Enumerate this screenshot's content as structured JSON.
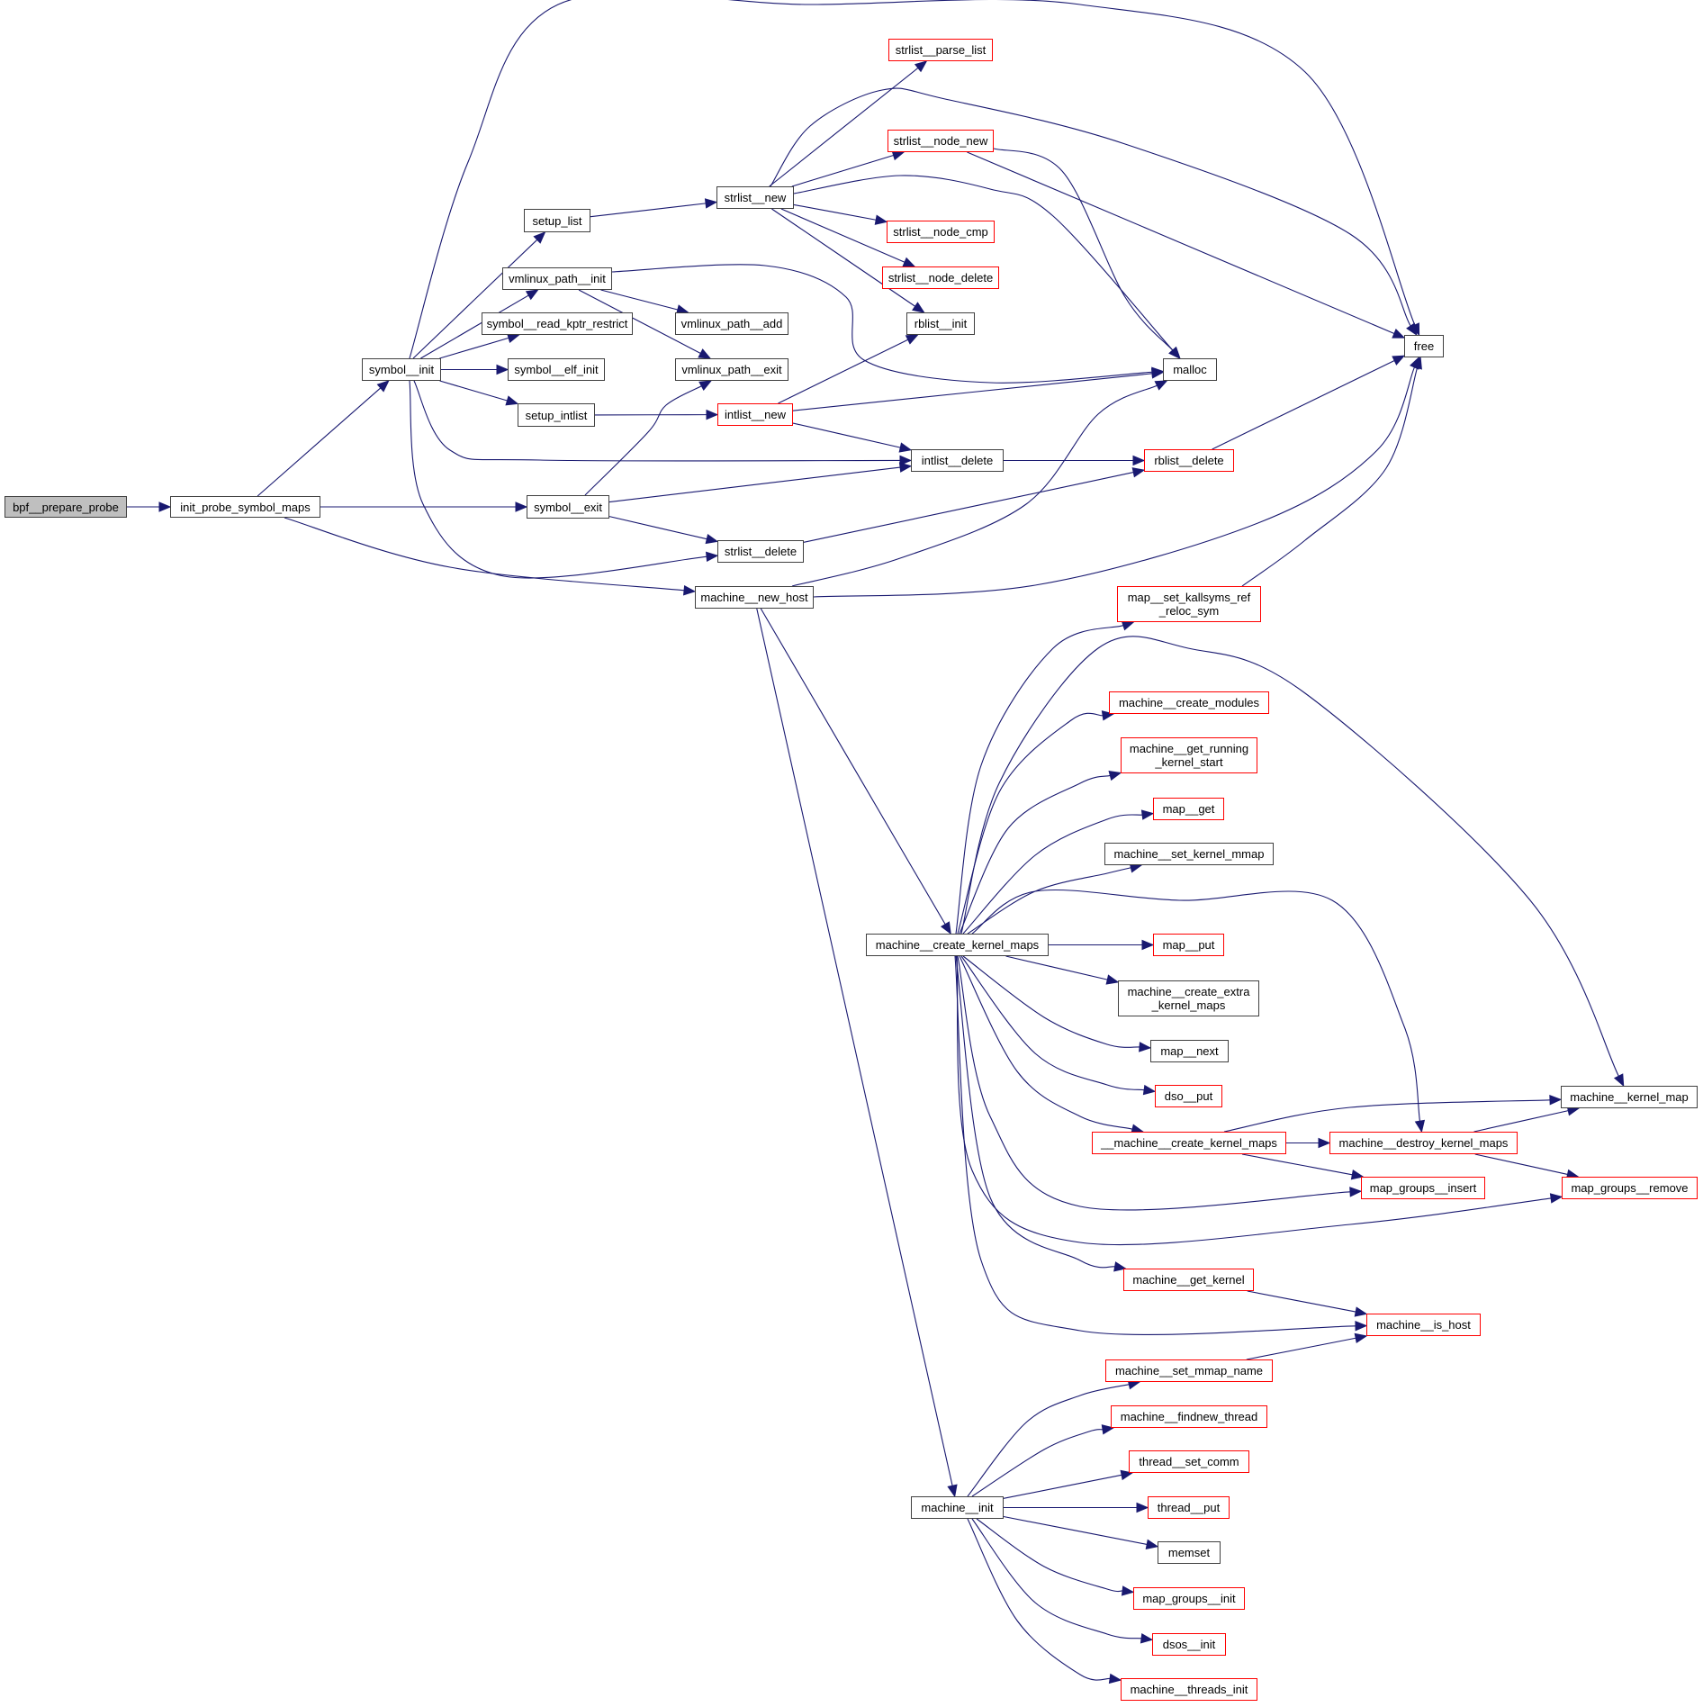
{
  "colors": {
    "edge": "#191970",
    "link_border": "#ff0000",
    "node_border": "#404040",
    "root_fill": "#bfbfbf"
  },
  "nodes": [
    {
      "id": "bpf__prepare_probe",
      "label": "bpf__prepare_probe",
      "kind": "root"
    },
    {
      "id": "init_probe_symbol_maps",
      "label": "init_probe_symbol_maps",
      "kind": "normal"
    },
    {
      "id": "symbol__init",
      "label": "symbol__init",
      "kind": "normal"
    },
    {
      "id": "setup_list",
      "label": "setup_list",
      "kind": "normal"
    },
    {
      "id": "vmlinux_path__init",
      "label": "vmlinux_path__init",
      "kind": "normal"
    },
    {
      "id": "symbol__read_kptr_restrict",
      "label": "symbol__read_kptr_restrict",
      "kind": "normal"
    },
    {
      "id": "symbol__elf_init",
      "label": "symbol__elf_init",
      "kind": "normal"
    },
    {
      "id": "setup_intlist",
      "label": "setup_intlist",
      "kind": "normal"
    },
    {
      "id": "symbol__exit",
      "label": "symbol__exit",
      "kind": "normal"
    },
    {
      "id": "strlist__new",
      "label": "strlist__new",
      "kind": "normal"
    },
    {
      "id": "strlist__parse_list",
      "label": "strlist__parse_list",
      "kind": "truncated"
    },
    {
      "id": "strlist__node_new",
      "label": "strlist__node_new",
      "kind": "truncated"
    },
    {
      "id": "strlist__node_cmp",
      "label": "strlist__node_cmp",
      "kind": "truncated"
    },
    {
      "id": "strlist__node_delete",
      "label": "strlist__node_delete",
      "kind": "truncated"
    },
    {
      "id": "rblist__init",
      "label": "rblist__init",
      "kind": "normal"
    },
    {
      "id": "vmlinux_path__add",
      "label": "vmlinux_path__add",
      "kind": "normal"
    },
    {
      "id": "vmlinux_path__exit",
      "label": "vmlinux_path__exit",
      "kind": "normal"
    },
    {
      "id": "intlist__new",
      "label": "intlist__new",
      "kind": "truncated"
    },
    {
      "id": "intlist__delete",
      "label": "intlist__delete",
      "kind": "normal"
    },
    {
      "id": "strlist__delete",
      "label": "strlist__delete",
      "kind": "normal"
    },
    {
      "id": "machine__new_host",
      "label": "machine__new_host",
      "kind": "normal"
    },
    {
      "id": "malloc",
      "label": "malloc",
      "kind": "normal"
    },
    {
      "id": "free",
      "label": "free",
      "kind": "normal"
    },
    {
      "id": "rblist__delete",
      "label": "rblist__delete",
      "kind": "truncated"
    },
    {
      "id": "map__set_kallsyms_ref_reloc_sym",
      "label": "map__set_kallsyms_ref\n_reloc_sym",
      "kind": "truncated"
    },
    {
      "id": "machine__create_modules",
      "label": "machine__create_modules",
      "kind": "truncated"
    },
    {
      "id": "machine__get_running_kernel_start",
      "label": "machine__get_running\n_kernel_start",
      "kind": "truncated"
    },
    {
      "id": "map__get",
      "label": "map__get",
      "kind": "truncated"
    },
    {
      "id": "machine__set_kernel_mmap",
      "label": "machine__set_kernel_mmap",
      "kind": "normal"
    },
    {
      "id": "machine__create_kernel_maps",
      "label": "machine__create_kernel_maps",
      "kind": "normal"
    },
    {
      "id": "map__put",
      "label": "map__put",
      "kind": "truncated"
    },
    {
      "id": "machine__create_extra_kernel_maps",
      "label": "machine__create_extra\n_kernel_maps",
      "kind": "normal"
    },
    {
      "id": "map__next",
      "label": "map__next",
      "kind": "normal"
    },
    {
      "id": "dso__put",
      "label": "dso__put",
      "kind": "truncated"
    },
    {
      "id": "__machine__create_kernel_maps",
      "label": "__machine__create_kernel_maps",
      "kind": "truncated"
    },
    {
      "id": "machine__destroy_kernel_maps",
      "label": "machine__destroy_kernel_maps",
      "kind": "truncated"
    },
    {
      "id": "machine__kernel_map",
      "label": "machine__kernel_map",
      "kind": "normal"
    },
    {
      "id": "map_groups__insert",
      "label": "map_groups__insert",
      "kind": "truncated"
    },
    {
      "id": "map_groups__remove",
      "label": "map_groups__remove",
      "kind": "truncated"
    },
    {
      "id": "machine__get_kernel",
      "label": "machine__get_kernel",
      "kind": "truncated"
    },
    {
      "id": "machine__is_host",
      "label": "machine__is_host",
      "kind": "truncated"
    },
    {
      "id": "machine__set_mmap_name",
      "label": "machine__set_mmap_name",
      "kind": "truncated"
    },
    {
      "id": "machine__findnew_thread",
      "label": "machine__findnew_thread",
      "kind": "truncated"
    },
    {
      "id": "thread__set_comm",
      "label": "thread__set_comm",
      "kind": "truncated"
    },
    {
      "id": "machine__init",
      "label": "machine__init",
      "kind": "normal"
    },
    {
      "id": "thread__put",
      "label": "thread__put",
      "kind": "truncated"
    },
    {
      "id": "memset",
      "label": "memset",
      "kind": "normal"
    },
    {
      "id": "map_groups__init",
      "label": "map_groups__init",
      "kind": "truncated"
    },
    {
      "id": "dsos__init",
      "label": "dsos__init",
      "kind": "truncated"
    },
    {
      "id": "machine__threads_init",
      "label": "machine__threads_init",
      "kind": "truncated"
    }
  ],
  "edges": [
    [
      "bpf__prepare_probe",
      "init_probe_symbol_maps"
    ],
    [
      "init_probe_symbol_maps",
      "symbol__init"
    ],
    [
      "init_probe_symbol_maps",
      "symbol__exit"
    ],
    [
      "init_probe_symbol_maps",
      "machine__new_host"
    ],
    [
      "symbol__init",
      "free"
    ],
    [
      "symbol__init",
      "setup_list"
    ],
    [
      "symbol__init",
      "vmlinux_path__init"
    ],
    [
      "symbol__init",
      "symbol__read_kptr_restrict"
    ],
    [
      "symbol__init",
      "symbol__elf_init"
    ],
    [
      "symbol__init",
      "setup_intlist"
    ],
    [
      "symbol__init",
      "intlist__delete"
    ],
    [
      "symbol__init",
      "strlist__delete"
    ],
    [
      "setup_list",
      "strlist__new"
    ],
    [
      "strlist__new",
      "strlist__parse_list"
    ],
    [
      "strlist__new",
      "free"
    ],
    [
      "strlist__new",
      "strlist__node_new"
    ],
    [
      "strlist__new",
      "malloc"
    ],
    [
      "strlist__new",
      "strlist__node_cmp"
    ],
    [
      "strlist__new",
      "strlist__node_delete"
    ],
    [
      "strlist__new",
      "rblist__init"
    ],
    [
      "strlist__node_new",
      "free"
    ],
    [
      "strlist__node_new",
      "malloc"
    ],
    [
      "vmlinux_path__init",
      "malloc"
    ],
    [
      "vmlinux_path__init",
      "vmlinux_path__add"
    ],
    [
      "vmlinux_path__init",
      "vmlinux_path__exit"
    ],
    [
      "setup_intlist",
      "intlist__new"
    ],
    [
      "intlist__new",
      "rblist__init"
    ],
    [
      "intlist__new",
      "malloc"
    ],
    [
      "intlist__new",
      "intlist__delete"
    ],
    [
      "intlist__delete",
      "rblist__delete"
    ],
    [
      "rblist__delete",
      "free"
    ],
    [
      "symbol__exit",
      "vmlinux_path__exit"
    ],
    [
      "symbol__exit",
      "intlist__delete"
    ],
    [
      "symbol__exit",
      "strlist__delete"
    ],
    [
      "strlist__delete",
      "rblist__delete"
    ],
    [
      "machine__new_host",
      "malloc"
    ],
    [
      "machine__new_host",
      "free"
    ],
    [
      "machine__new_host",
      "machine__create_kernel_maps"
    ],
    [
      "machine__new_host",
      "machine__init"
    ],
    [
      "map__set_kallsyms_ref_reloc_sym",
      "free"
    ],
    [
      "machine__create_kernel_maps",
      "map__set_kallsyms_ref_reloc_sym"
    ],
    [
      "machine__create_kernel_maps",
      "machine__kernel_map"
    ],
    [
      "machine__create_kernel_maps",
      "machine__create_modules"
    ],
    [
      "machine__create_kernel_maps",
      "machine__get_running_kernel_start"
    ],
    [
      "machine__create_kernel_maps",
      "map__get"
    ],
    [
      "machine__create_kernel_maps",
      "machine__set_kernel_mmap"
    ],
    [
      "machine__create_kernel_maps",
      "machine__destroy_kernel_maps"
    ],
    [
      "machine__create_kernel_maps",
      "map__put"
    ],
    [
      "machine__create_kernel_maps",
      "machine__create_extra_kernel_maps"
    ],
    [
      "machine__create_kernel_maps",
      "map__next"
    ],
    [
      "machine__create_kernel_maps",
      "dso__put"
    ],
    [
      "machine__create_kernel_maps",
      "__machine__create_kernel_maps"
    ],
    [
      "machine__create_kernel_maps",
      "map_groups__insert"
    ],
    [
      "machine__create_kernel_maps",
      "map_groups__remove"
    ],
    [
      "machine__create_kernel_maps",
      "machine__get_kernel"
    ],
    [
      "machine__create_kernel_maps",
      "machine__is_host"
    ],
    [
      "__machine__create_kernel_maps",
      "machine__kernel_map"
    ],
    [
      "__machine__create_kernel_maps",
      "machine__destroy_kernel_maps"
    ],
    [
      "__machine__create_kernel_maps",
      "map_groups__insert"
    ],
    [
      "machine__destroy_kernel_maps",
      "machine__kernel_map"
    ],
    [
      "machine__destroy_kernel_maps",
      "map_groups__remove"
    ],
    [
      "machine__get_kernel",
      "machine__is_host"
    ],
    [
      "machine__set_mmap_name",
      "machine__is_host"
    ],
    [
      "machine__init",
      "machine__set_mmap_name"
    ],
    [
      "machine__init",
      "machine__findnew_thread"
    ],
    [
      "machine__init",
      "thread__set_comm"
    ],
    [
      "machine__init",
      "thread__put"
    ],
    [
      "machine__init",
      "memset"
    ],
    [
      "machine__init",
      "map_groups__init"
    ],
    [
      "machine__init",
      "dsos__init"
    ],
    [
      "machine__init",
      "machine__threads_init"
    ]
  ]
}
